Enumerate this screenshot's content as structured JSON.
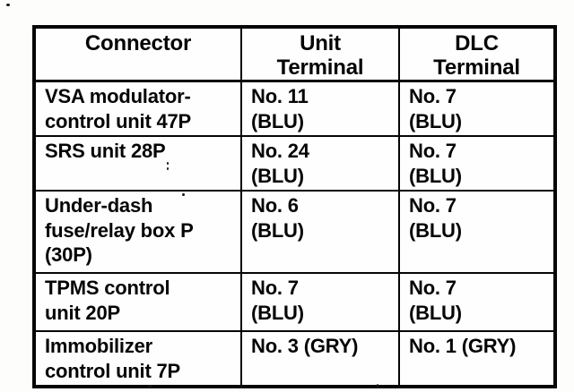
{
  "page": {
    "paper_color": "#fdfdfc",
    "ink_color": "#050505"
  },
  "table": {
    "headers": [
      "Connector",
      "Unit\nTerminal",
      "DLC\nTerminal"
    ],
    "rows": [
      {
        "connector": "VSA modulator-\ncontrol unit 47P",
        "unit_terminal": "No. 11\n(BLU)",
        "dlc_terminal": "No. 7\n(BLU)"
      },
      {
        "connector": "SRS unit 28P",
        "unit_terminal": "No. 24\n(BLU)",
        "dlc_terminal": "No. 7\n(BLU)"
      },
      {
        "connector": "Under-dash\nfuse/relay box P\n(30P)",
        "unit_terminal": "No. 6\n(BLU)",
        "dlc_terminal": "No. 7\n(BLU)"
      },
      {
        "connector": "TPMS control\nunit 20P",
        "unit_terminal": "No. 7\n(BLU)",
        "dlc_terminal": "No. 7\n(BLU)"
      },
      {
        "connector": "Immobilizer\ncontrol unit 7P",
        "unit_terminal": "No. 3 (GRY)",
        "dlc_terminal": "No. 1 (GRY)"
      }
    ]
  }
}
